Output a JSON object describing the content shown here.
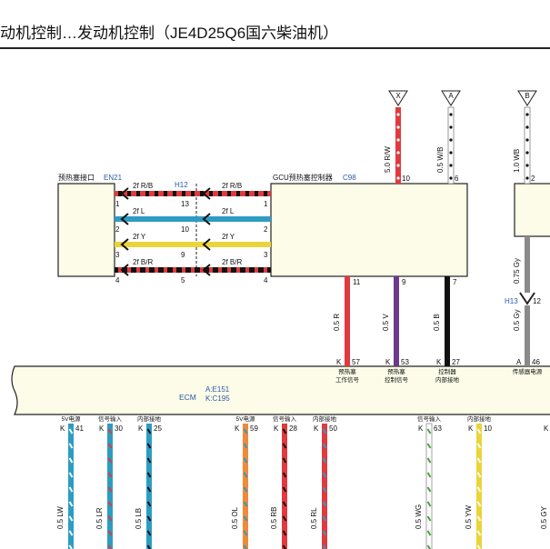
{
  "header": {
    "title": "动机控制…发动机控制（JE4D25Q6国六柴油机）"
  },
  "colors": {
    "red": "#e03a3e",
    "blue": "#2e9cc2",
    "yellow": "#ead43a",
    "black": "#111111",
    "purple": "#6a3a8c",
    "gray": "#8a8a8a",
    "orange": "#f08a3a",
    "green": "#4aa040",
    "connector_fill": "#fcfce8",
    "label_blue": "#2a5aa8"
  },
  "components": {
    "glow_plug_connector": {
      "name": "预热塞接口",
      "code": "EN21"
    },
    "inline_connector": {
      "code": "H12"
    },
    "gcu": {
      "name": "GCU预热塞控制器",
      "code": "C98"
    },
    "ecm": {
      "name": "ECM",
      "code_a": "A:E151",
      "code_k": "K:C195"
    },
    "inline_h13": {
      "code": "H13"
    },
    "ecm_prefix": {
      "a": "A:",
      "k": "K:"
    },
    "ecm_code_a": "E151",
    "ecm_code_k": "C195"
  },
  "glow_wires": [
    {
      "id": "w1",
      "label": "2f R/B",
      "left_pin": "1",
      "mid_pin": "13",
      "right_pin": "1",
      "color": "red",
      "stripe": "black"
    },
    {
      "id": "w2",
      "label": "2f L",
      "left_pin": "2",
      "mid_pin": "10",
      "right_pin": "2",
      "color": "blue",
      "stripe": ""
    },
    {
      "id": "w3",
      "label": "2f Y",
      "left_pin": "3",
      "mid_pin": "9",
      "right_pin": "3",
      "color": "yellow",
      "stripe": ""
    },
    {
      "id": "w4",
      "label": "2f B/R",
      "left_pin": "4",
      "mid_pin": "5",
      "right_pin": "4",
      "color": "black",
      "stripe": "red"
    }
  ],
  "top_wires": [
    {
      "id": "tw1",
      "terminal": "X",
      "label": "5.0 R/W",
      "pin": "10"
    },
    {
      "id": "tw2",
      "terminal": "A",
      "label": "0.5 W/B",
      "pin": "6"
    },
    {
      "id": "tw3",
      "terminal": "B",
      "label": "1.0 WB",
      "pin": "2"
    }
  ],
  "gcu_ecm_wires": [
    {
      "id": "gw1",
      "gcu_pin": "11",
      "label": "0.5 R",
      "ecm_conn": "K",
      "ecm_pin": "57",
      "function": [
        "预热塞",
        "工作信号"
      ]
    },
    {
      "id": "gw2",
      "gcu_pin": "9",
      "label": "0.5 V",
      "ecm_conn": "K",
      "ecm_pin": "53",
      "function": [
        "预热塞",
        "控制信号"
      ]
    },
    {
      "id": "gw3",
      "gcu_pin": "7",
      "label": "0.5 B",
      "ecm_conn": "K",
      "ecm_pin": "27",
      "function": [
        "控制器",
        "内部接地"
      ]
    },
    {
      "id": "gw4",
      "gcu_pin": "12",
      "label": "0.5 Gy",
      "ecm_conn": "A",
      "ecm_pin": "46",
      "function": [
        "传感器电源"
      ]
    }
  ],
  "gy_upper_label": "0.75 Gy",
  "bottom_wires": [
    {
      "id": "b1",
      "func": "5V电源",
      "conn": "K",
      "pin": "41",
      "label": "0.5 LW"
    },
    {
      "id": "b2",
      "func": "信号输入",
      "conn": "K",
      "pin": "30",
      "label": "0.5 LR"
    },
    {
      "id": "b3",
      "func": "内部接地",
      "conn": "K",
      "pin": "25",
      "label": "0.5 LB"
    },
    {
      "id": "b4",
      "func": "5V电源",
      "conn": "K",
      "pin": "59",
      "label": "0.5 OL"
    },
    {
      "id": "b5",
      "func": "信号输入",
      "conn": "K",
      "pin": "28",
      "label": "0.5 RB"
    },
    {
      "id": "b6",
      "func": "内部接地",
      "conn": "K",
      "pin": "50",
      "label": "0.5 RL"
    },
    {
      "id": "b7",
      "func": "信号输入",
      "conn": "K",
      "pin": "63",
      "label": "0.5 WG"
    },
    {
      "id": "b8",
      "func": "内部接地",
      "conn": "K",
      "pin": "10",
      "label": "0.5 YW"
    },
    {
      "id": "b9",
      "func": "",
      "conn": "K",
      "pin": "",
      "label": "0.5 GY"
    }
  ]
}
